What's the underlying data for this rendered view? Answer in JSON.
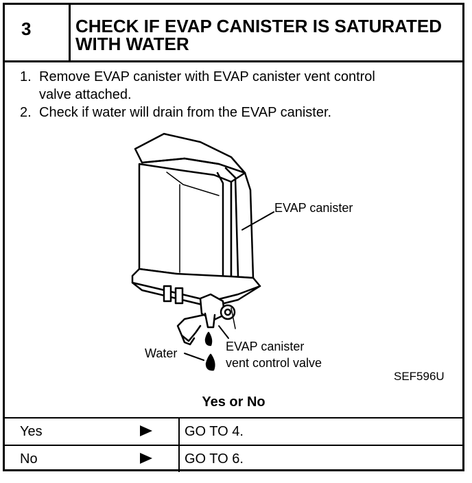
{
  "header": {
    "step_number": "3",
    "title": "CHECK IF EVAP CANISTER IS SATURATED WITH WATER"
  },
  "instructions": [
    {
      "num": "1.",
      "line1": "Remove EVAP canister with EVAP canister vent control",
      "line2": "valve attached."
    },
    {
      "num": "2.",
      "line1": "Check if water will drain from the EVAP canister.",
      "line2": ""
    }
  ],
  "figure": {
    "label_canister": "EVAP canister",
    "label_water": "Water",
    "label_valve_line1": "EVAP canister",
    "label_valve_line2": "vent control valve",
    "code": "SEF596U"
  },
  "question": "Yes or No",
  "rows": [
    {
      "answer": "Yes",
      "action": "GO TO 4."
    },
    {
      "answer": "No",
      "action": "GO TO 6."
    }
  ]
}
